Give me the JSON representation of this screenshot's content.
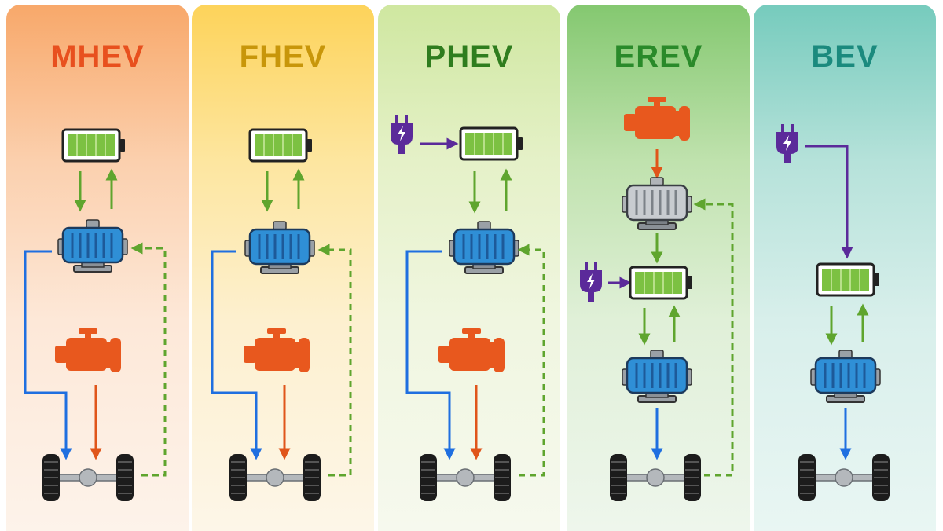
{
  "colors": {
    "mhev": "#e8501e",
    "fhev": "#c8960a",
    "phev": "#2f7d1e",
    "erev": "#2a8a2a",
    "bev": "#1b8a7e",
    "battery_green": "#7cc142",
    "motor_blue": "#2f8fd6",
    "engine_orange": "#e8581e",
    "flow_blue": "#1f6fe0",
    "flow_orange": "#e0551a",
    "flow_green": "#5fa52e",
    "flow_purple": "#5b2a9a"
  },
  "panels": [
    {
      "id": "mhev",
      "title": "MHEV"
    },
    {
      "id": "fhev",
      "title": "FHEV"
    },
    {
      "id": "phev",
      "title": "PHEV"
    },
    {
      "id": "erev",
      "title": "EREV"
    },
    {
      "id": "bev",
      "title": "BEV"
    }
  ],
  "icons": [
    "battery-icon",
    "electric-motor-icon",
    "combustion-engine-icon",
    "wheel-axle-icon",
    "charging-plug-icon",
    "generator-icon"
  ]
}
